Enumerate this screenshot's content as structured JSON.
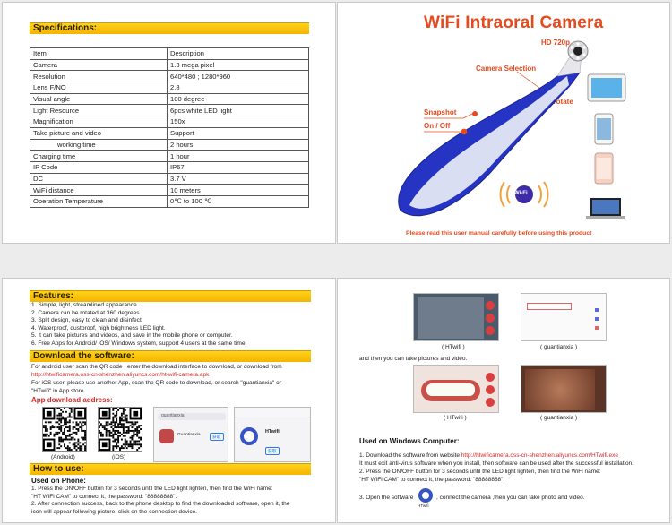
{
  "spec": {
    "title": "Specifications:",
    "rows": [
      [
        "Item",
        "Description"
      ],
      [
        "Camera",
        "1.3 mega pixel"
      ],
      [
        "Resolution",
        "640*480 ; 1280*960"
      ],
      [
        "Lens  F/NO",
        "2.8"
      ],
      [
        "Visual angle",
        "100 degree"
      ],
      [
        "Light Resource",
        "6pcs white LED light"
      ],
      [
        "Magnification",
        "150x"
      ],
      [
        "Take picture and video",
        "Support"
      ],
      [
        "working time",
        "2 hours"
      ],
      [
        "Charging time",
        "1 hour"
      ],
      [
        "IP Code",
        "IP67"
      ],
      [
        "DC",
        "3.7 V"
      ],
      [
        "WiFi distance",
        "10 meters"
      ],
      [
        "Operation  Temperature",
        "0℃ to 100 ℃"
      ]
    ]
  },
  "cover": {
    "title": "WiFi Intraoral Camera",
    "hd": "HD 720p",
    "camera_selection": "Camera Selection",
    "rotate": "360°rotate",
    "snapshot": "Snapshot",
    "onoff": "On / Off",
    "wifi_badge": "Wi-Fi",
    "footer": "Please read this user manual carefully before using this product"
  },
  "features": {
    "title": "Features:",
    "items": [
      "1. Simple, light, streamlined appearance.",
      "2. Camera can be rotated at 360 degrees.",
      "3. Split design, easy to clean and disinfect.",
      "4. Waterproof, dustproof, high brightness LED light.",
      "5. It can take pictures and videos, and save in the mobile phone or computer.",
      "6. Free Apps for Android/ iOS/ Windows system, support 4 users at the same time."
    ]
  },
  "download": {
    "title": "Download the software:",
    "android_line": "For android user scan the QR code , enter the download interface to download, or download from",
    "android_link": "http://htwificamera.oss-cn-shenzhen.aliyuncs.com/ht-wifi-camera.apk",
    "ios_line1": "For iOS user, please use another App, scan the QR code to download, or search \"guantianxia\" or",
    "ios_line2": "\"HTwifi\" in App store.",
    "app_address": "App download address:",
    "qr_android": "(Android)",
    "qr_ios": "(iOS)",
    "store_search": "guantianxia",
    "store_app1": "Guantianxia",
    "store_app2": "HTwifi",
    "store_btn": "获取"
  },
  "howto": {
    "title": "How to use:",
    "phone_head": "Used on Phone:",
    "steps": [
      "1. Press the ON/OFF button for 3 seconds until the LED light lighten, then find the WiFi name:",
      "   \"HT WiFi CAM\" to connect it, the password: \"88888888\".",
      "2. After connection success, back to the phone desktop to find the downloaded software, open it, the",
      "   icon will appear following picture, click on the connection device."
    ]
  },
  "page4": {
    "cap_htwifi": "( HTwifi )",
    "cap_guan": "( guantianxia )",
    "pictures_line": "and then you can take pictures and video.",
    "win_head": "Used on Windows Computer:",
    "win1_pre": "1. Download the software from website ",
    "win1_link": "http://htwificamera.oss-cn-shenzhen.aliyuncs.com/HTwifi.exe",
    "win1_b": "   It must exit anti-virus software when you install, then software can be used after the successful installation.",
    "win2": "2. Press the ON/OFF button for 3 seconds until the LED light lighten, then find the WiFi name:",
    "win2_b": "   \"HT WiFi CAM\"  to connect it, the password: \"88888888\".",
    "win3_pre": "3. Open the software",
    "win3_post": ", connect the camera ,then you can take photo and video.",
    "app_label": "HTwifi"
  },
  "colors": {
    "accent": "#e74a1c",
    "bar": "#f5b400",
    "link": "#d32828",
    "device_blue": "#2634c4"
  }
}
